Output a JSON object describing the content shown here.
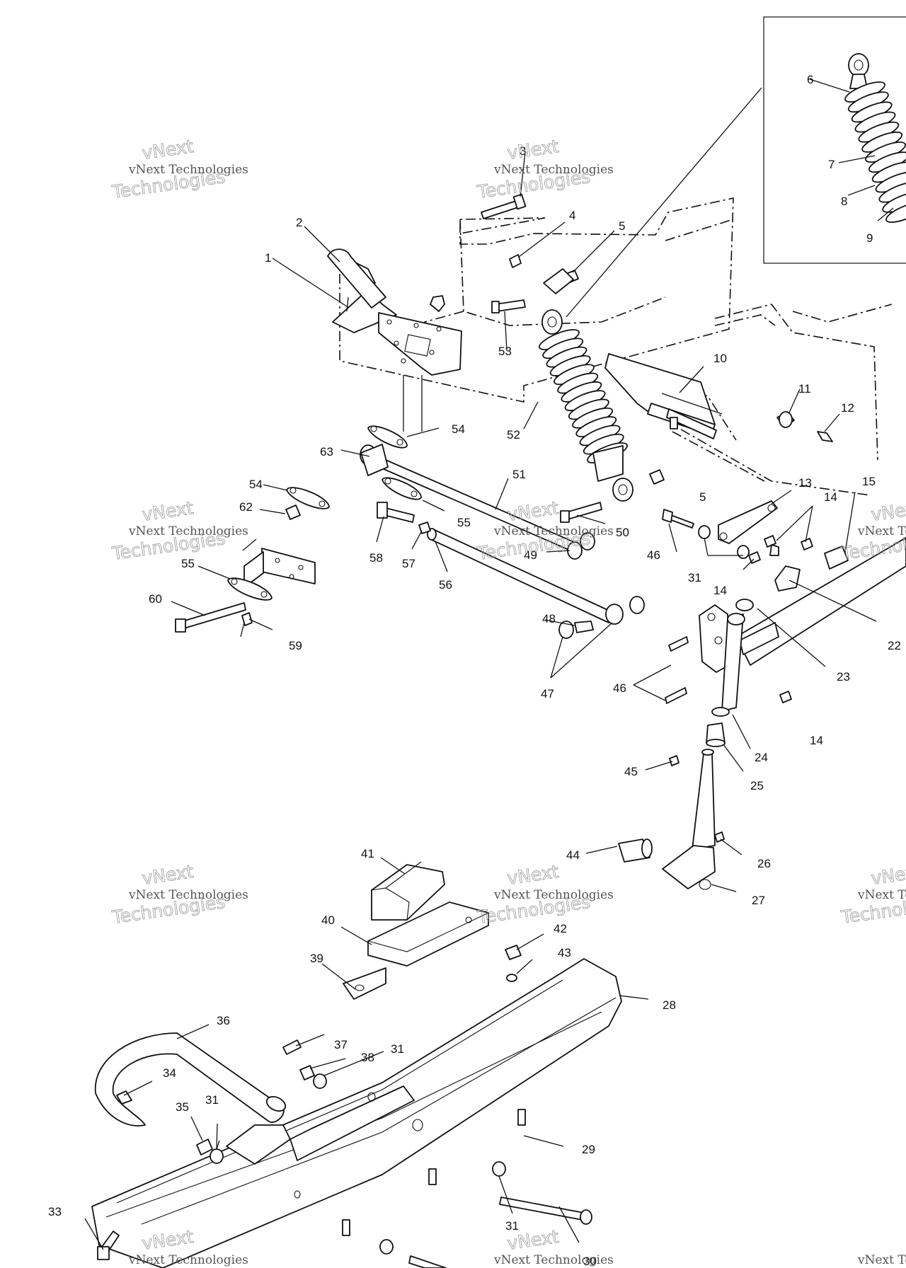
{
  "labels": {
    "l1": "1",
    "l2": "2",
    "l3": "3",
    "l4": "4",
    "l5a": "5",
    "l5b": "5",
    "l6": "6",
    "l7": "7",
    "l8": "8",
    "l9": "9",
    "l10": "10",
    "l11": "11",
    "l12": "12",
    "l13": "13",
    "l14a": "14",
    "l14b": "14",
    "l14c": "14",
    "l15": "15",
    "l22": "22",
    "l23": "23",
    "l24": "24",
    "l25": "25",
    "l26": "26",
    "l27": "27",
    "l28": "28",
    "l29": "29",
    "l30": "30",
    "l31a": "31",
    "l31b": "31",
    "l31c": "31",
    "l31d": "31",
    "l33": "33",
    "l34": "34",
    "l35": "35",
    "l36": "36",
    "l37": "37",
    "l38": "38",
    "l39": "39",
    "l40": "40",
    "l41": "41",
    "l42": "42",
    "l43": "43",
    "l44": "44",
    "l45": "45",
    "l46a": "46",
    "l46b": "46",
    "l47": "47",
    "l48": "48",
    "l49": "49",
    "l50": "50",
    "l51": "51",
    "l52": "52",
    "l53": "53",
    "l54a": "54",
    "l54b": "54",
    "l55a": "55",
    "l55b": "55",
    "l56": "56",
    "l57": "57",
    "l58": "58",
    "l59": "59",
    "l60": "60",
    "l62": "62",
    "l63": "63"
  },
  "watermark": {
    "line1": "vNext Technologies",
    "line2": "vNext",
    "line3": "Technologies"
  },
  "colors": {
    "ink": "#111111",
    "background": "#ffffff",
    "watermark": "#999999"
  }
}
